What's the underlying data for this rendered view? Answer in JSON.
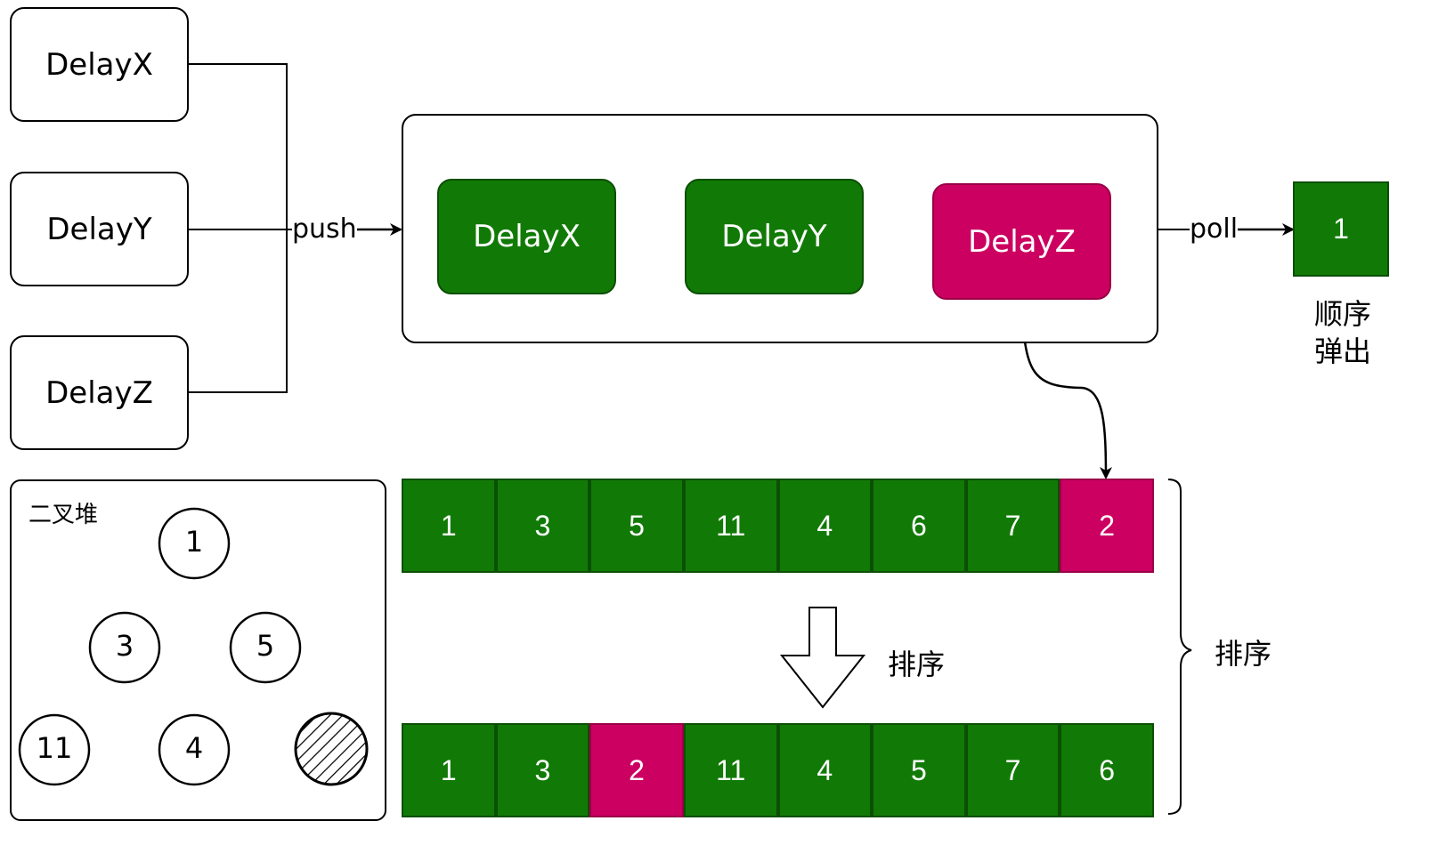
{
  "sources": [
    {
      "label": "DelayX"
    },
    {
      "label": "DelayY"
    },
    {
      "label": "DelayZ"
    }
  ],
  "push_label": "push",
  "poll_label": "poll",
  "queue_tasks": [
    {
      "label": "DelayX",
      "color": "#117a06"
    },
    {
      "label": "DelayY",
      "color": "#117a06"
    },
    {
      "label": "DelayZ",
      "color": "#cc0060"
    }
  ],
  "output": {
    "value": "1",
    "caption_line1": "顺序",
    "caption_line2": "弹出"
  },
  "heap": {
    "title": "二叉堆",
    "nodes": [
      "1",
      "3",
      "5",
      "11",
      "4",
      ""
    ]
  },
  "array_before": [
    {
      "value": "1",
      "highlight": false
    },
    {
      "value": "3",
      "highlight": false
    },
    {
      "value": "5",
      "highlight": false
    },
    {
      "value": "11",
      "highlight": false
    },
    {
      "value": "4",
      "highlight": false
    },
    {
      "value": "6",
      "highlight": false
    },
    {
      "value": "7",
      "highlight": false
    },
    {
      "value": "2",
      "highlight": true
    }
  ],
  "array_after": [
    {
      "value": "1",
      "highlight": false
    },
    {
      "value": "3",
      "highlight": false
    },
    {
      "value": "2",
      "highlight": true
    },
    {
      "value": "11",
      "highlight": false
    },
    {
      "value": "4",
      "highlight": false
    },
    {
      "value": "5",
      "highlight": false
    },
    {
      "value": "7",
      "highlight": false
    },
    {
      "value": "6",
      "highlight": false
    }
  ],
  "sort_arrow_label": "排序",
  "brace_label": "排序",
  "colors": {
    "green": "#117a06",
    "pink": "#cc0060"
  }
}
